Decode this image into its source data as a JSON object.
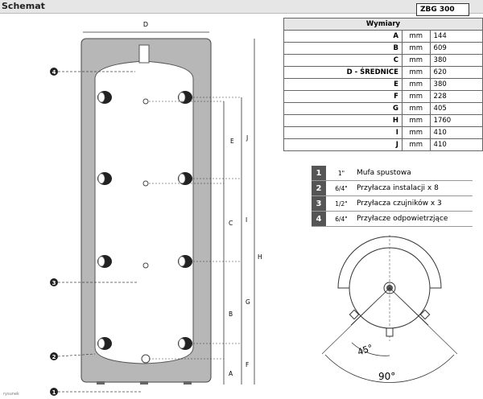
{
  "header": {
    "title": "Schemat",
    "model": "ZBG 300"
  },
  "dimensions": {
    "title": "Wymiary",
    "rows": [
      {
        "label": "A",
        "unit": "mm",
        "value": "144"
      },
      {
        "label": "B",
        "unit": "mm",
        "value": "609"
      },
      {
        "label": "C",
        "unit": "mm",
        "value": "380"
      },
      {
        "label": "D - ŚREDNICE",
        "unit": "mm",
        "value": "620"
      },
      {
        "label": "E",
        "unit": "mm",
        "value": "380"
      },
      {
        "label": "F",
        "unit": "mm",
        "value": "228"
      },
      {
        "label": "G",
        "unit": "mm",
        "value": "405"
      },
      {
        "label": "H",
        "unit": "mm",
        "value": "1760"
      },
      {
        "label": "I",
        "unit": "mm",
        "value": "410"
      },
      {
        "label": "J",
        "unit": "mm",
        "value": "410"
      }
    ]
  },
  "legend": [
    {
      "num": "1",
      "size": "1\"",
      "desc": "Mufa spustowa"
    },
    {
      "num": "2",
      "size": "6/4\"",
      "desc": "Przyłacza instalacji x 8"
    },
    {
      "num": "3",
      "size": "1/2\"",
      "desc": "Przyłacza czujników x 3"
    },
    {
      "num": "4",
      "size": "6/4\"",
      "desc": "Przyłacze odpowietrzjące"
    }
  ],
  "diagram": {
    "dim_labels": {
      "d": "D",
      "e": "E",
      "j": "J",
      "c": "C",
      "i": "I",
      "b": "B",
      "g": "G",
      "h": "H",
      "a": "A",
      "f": "F"
    },
    "callouts": {
      "c1": "1",
      "c2": "2",
      "c3": "3",
      "c4": "4"
    },
    "angles": {
      "a45": "45°",
      "a90": "90°"
    }
  },
  "footnote": "rysunek"
}
